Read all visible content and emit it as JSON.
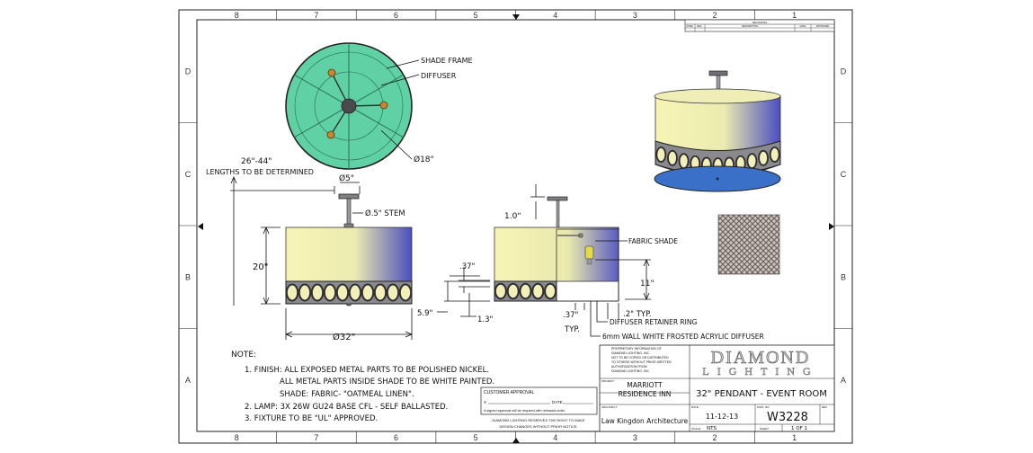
{
  "border": {
    "columns": [
      "8",
      "7",
      "6",
      "5",
      "4",
      "3",
      "2",
      "1"
    ],
    "rows": [
      "D",
      "C",
      "B",
      "A"
    ]
  },
  "revisions": {
    "title": "REVISIONS",
    "headers": [
      "ZONE",
      "REV",
      "DESCRIPTION",
      "DATE",
      "APPROVED"
    ]
  },
  "top_view": {
    "label_frame": "SHADE FRAME",
    "label_diffuser": "DIFFUSER",
    "label_diameter": "Ø18\""
  },
  "front_view": {
    "length_range": "26\"-44\"",
    "length_note": "LENGTHS TO BE DETERMINED",
    "canopy_dia": "Ø5\"",
    "stem": "Ø.5\" STEM",
    "height": "20\"",
    "width": "Ø32\""
  },
  "section_view": {
    "canopy_height": "1.0\"",
    "band_gap": ".37\"",
    "band_height": "5.9\"",
    "band_offset": "1.3\"",
    "fabric": "FABRIC SHADE",
    "lamp_height": "11\"",
    "retainer_dim": ".2\" TYP.",
    "typ_dim": ".37\"",
    "typ": "TYP.",
    "retainer": "DIFFUSER RETAINER RING",
    "acrylic": "6mm WALL WHITE FROSTED ACRYLIC DIFFUSER"
  },
  "notes": {
    "title": "NOTE:",
    "lines": [
      "1. FINISH: ALL EXPOSED METAL PARTS TO BE POLISHED NICKEL.",
      "ALL METAL PARTS INSIDE SHADE TO BE WHITE PAINTED.",
      "SHADE: FABRIC- \"OATMEAL LINEN\".",
      "2. LAMP: 3X 26W GU24 BASE CFL - SELF BALLASTED.",
      "3. FIXTURE TO BE \"UL\" APPROVED."
    ]
  },
  "approval": {
    "title": "CUSTOMER APPROVAL",
    "x_label": "X",
    "date_label": "DATE",
    "note": "A signed approval will be required with released order.",
    "disclaimer": [
      "DIAMOND LIGHTING RESERVES THE RIGHT TO MAKE",
      "DESIGN CHANGES WITHOUT PRIOR NOTICE."
    ]
  },
  "title_block": {
    "proprietary": [
      "PROPRIETARY INFORMATION OF",
      "DIAMOND LIGHTING, INC.",
      "NOT TO BE COPIED OR DISTRIBUTED",
      "TO OTHERS WITHOUT PRIOR WRITTEN",
      "AUTHORIZATION FROM",
      "DIAMOND LIGHTING, INC."
    ],
    "logo_top": "DIAMOND",
    "logo_bottom": "LIGHTING",
    "project_label": "PROJECT:",
    "project": [
      "MARRIOTT",
      "RESIDENCE INN"
    ],
    "title": "32\" PENDANT - EVENT ROOM",
    "architect_label": "ARCHITECT:",
    "architect": "Law Kingdon Architecture",
    "date_label": "DATE:",
    "date": "11-12-13",
    "dwg_label": "DWG. NO.",
    "dwg": "W3228",
    "rev_label": "REV",
    "scale_label": "SCALE:",
    "scale": "NTS",
    "sheet_label": "SHEET",
    "sheet": "1 OF 1"
  },
  "colors": {
    "top_face": "#5fd1a4",
    "shade_light": "#f7f5b5",
    "shade_dark": "#4b4ec0",
    "band": "#8a8a8e",
    "diffuser_blue": "#3a70c8"
  }
}
